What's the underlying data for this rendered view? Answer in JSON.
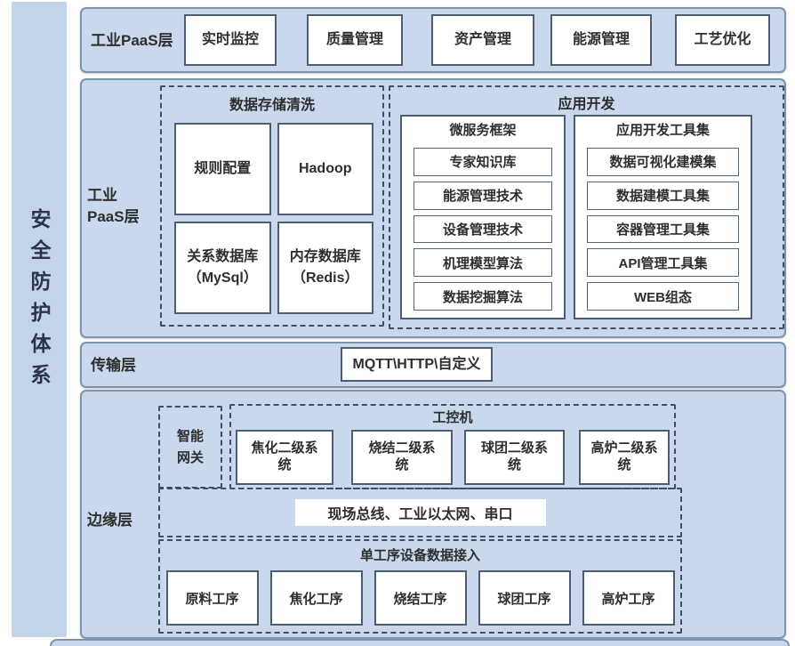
{
  "colors": {
    "panel_fill": "#c9d8ec",
    "panel_border": "#7e93ac",
    "dashed_border": "#3f4e63",
    "box_border": "#4e5d70",
    "text": "#2e2e2e"
  },
  "security_bar": {
    "label": "安全防护体系"
  },
  "paas_app_layer": {
    "label": "工业PaaS层",
    "boxes": [
      "实时监控",
      "质量管理",
      "资产管理",
      "能源管理",
      "工艺优化"
    ]
  },
  "paas_layer": {
    "label_line1": "工业",
    "label_line2": "PaaS层",
    "storage": {
      "title": "数据存储清洗",
      "cells": [
        {
          "label": "规则配置"
        },
        {
          "label": "Hadoop"
        },
        {
          "label": "关系数据库",
          "sub": "（MySql）"
        },
        {
          "label": "内存数据库",
          "sub": "（Redis）"
        }
      ]
    },
    "app_dev": {
      "title": "应用开发",
      "microservice": {
        "title": "微服务框架",
        "items": [
          "专家知识库",
          "能源管理技术",
          "设备管理技术",
          "机理模型算法",
          "数据挖掘算法"
        ]
      },
      "toolset": {
        "title": "应用开发工具集",
        "items": [
          "数据可视化建模集",
          "数据建模工具集",
          "容器管理工具集",
          "API管理工具集",
          "WEB组态"
        ]
      }
    }
  },
  "transport_layer": {
    "label": "传输层",
    "protocol_box": "MQTT\\HTTP\\自定义"
  },
  "edge_layer": {
    "label": "边缘层",
    "gateway": {
      "label": "智能网关"
    },
    "ipc": {
      "title": "工控机",
      "boxes": [
        "焦化二级系统",
        "烧结二级系统",
        "球团二级系统",
        "高炉二级系统"
      ]
    },
    "fieldbus": {
      "label": "现场总线、工业以太网、串口"
    },
    "device_access": {
      "title": "单工序设备数据接入",
      "boxes": [
        "原料工序",
        "焦化工序",
        "烧结工序",
        "球团工序",
        "高炉工序"
      ]
    }
  }
}
